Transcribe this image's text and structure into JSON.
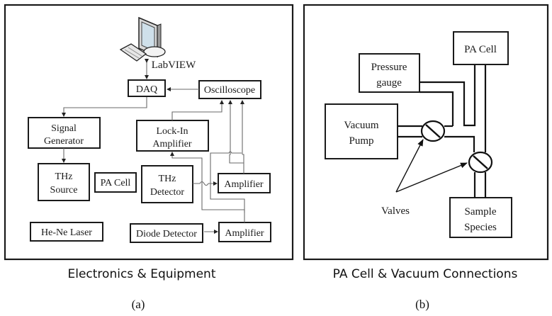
{
  "panel_a": {
    "caption": "Electronics & Equipment",
    "sublabel": "(a)",
    "computer_label": "LabVIEW",
    "boxes": {
      "daq": "DAQ",
      "oscilloscope": "Oscilloscope",
      "signal_generator": [
        "Signal",
        "Generator"
      ],
      "lock_in_amplifier": [
        "Lock-In",
        "Amplifier"
      ],
      "thz_source": [
        "THz",
        "Source"
      ],
      "pa_cell": "PA Cell",
      "thz_detector": [
        "THz",
        "Detector"
      ],
      "amplifier_1": "Amplifier",
      "he_ne_laser": "He-Ne Laser",
      "diode_detector": "Diode Detector",
      "amplifier_2": "Amplifier"
    }
  },
  "panel_b": {
    "caption": "PA Cell & Vacuum Connections",
    "sublabel": "(b)",
    "boxes": {
      "pa_cell": "PA Cell",
      "pressure_gauge": [
        "Pressure",
        "gauge"
      ],
      "vacuum_pump": [
        "Vacuum",
        "Pump"
      ],
      "sample_species": [
        "Sample",
        "Species"
      ]
    },
    "valves_label": "Valves"
  }
}
